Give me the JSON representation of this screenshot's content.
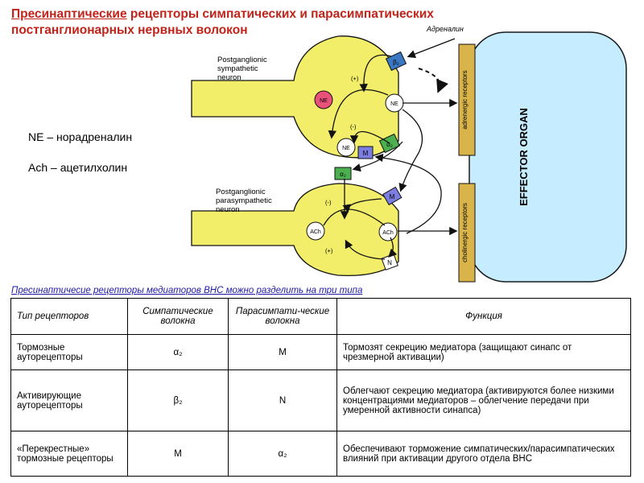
{
  "title": {
    "underlined": "Пресинаптические",
    "rest": " рецепторы симпатических и парасимпатических постганглионарных нервных волокон"
  },
  "legend": {
    "ne": "NE – норадреналин",
    "ach": "Ach – ацетилхолин"
  },
  "diagram": {
    "adrenaline_label": "Адреналин",
    "sympathetic_neuron": [
      "Postganglionic",
      "sympathetic",
      "neuron"
    ],
    "parasympathetic_neuron": [
      "Postganglionic",
      "parasympathetic",
      "neuron"
    ],
    "effector_organ": "EFFECTOR ORGAN",
    "adrenergic_receptors": "adrenergic receptors",
    "cholinergic_receptors": "cholinergic receptors",
    "ne": "NE",
    "ach": "ACh",
    "plus": "(+)",
    "minus": "(-)",
    "beta2": "β₂",
    "alpha2": "α₂",
    "m": "M",
    "n": "N",
    "colors": {
      "neuron": "#f2ee6a",
      "effector": "#c6ecff",
      "receptor_bar": "#d9b44a",
      "beta_box": "#3a78c2",
      "alpha_box": "#4caf50",
      "m_box": "#7b7ee0",
      "ne_vesicle": "#e8517a",
      "title": "#c0241b",
      "caption": "#1f1aa8"
    }
  },
  "caption": "Пресинаптичесие рецепторы медиаторов ВНС можно разделить на три типа",
  "table": {
    "headers": [
      "Тип рецепторов",
      "Симпатические волокна",
      "Парасимпати-ческие волокна",
      "Функция"
    ],
    "rows": [
      {
        "type": "Тормозные ауторецепторы",
        "symp": "α₂",
        "para": "M",
        "function": "Тормозят секрецию медиатора (защищают синапс от чрезмерной активации)"
      },
      {
        "type": "Активирующие ауторецепторы",
        "symp": "β₂",
        "para": "N",
        "function": "Облегчают секрецию медиатора (активируются более низкими концентрациями медиаторов – облегчение передачи при умеренной активности синапса)"
      },
      {
        "type": "«Перекрестные» тормозные рецепторы",
        "symp": "M",
        "para": "α₂",
        "function": "Обеспечивают торможение симпатических/парасимпатических влияний при активации другого отдела ВНС"
      }
    ]
  }
}
